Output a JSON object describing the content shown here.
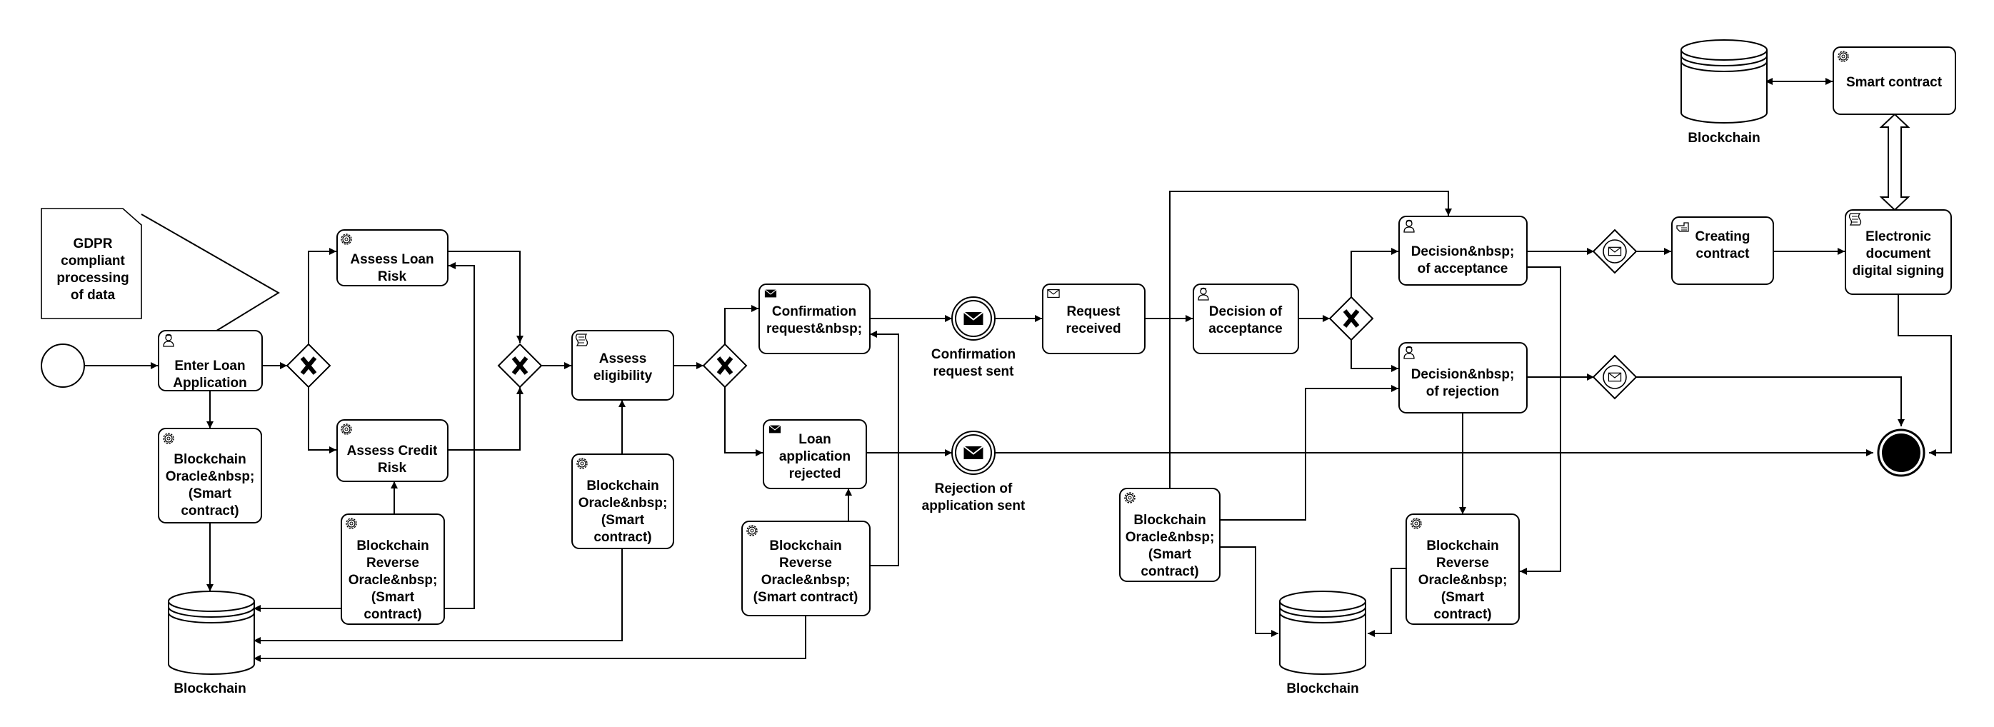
{
  "colors": {
    "stroke": "#000000",
    "fill": "#ffffff"
  },
  "annotation": {
    "line1": "GDPR",
    "line2": "compliant",
    "line3": "processing",
    "line4": "of data"
  },
  "tasks": {
    "enter_loan": {
      "icon": "user-icon",
      "line1": "Enter Loan",
      "line2": "Application"
    },
    "oracle_1": {
      "icon": "gear-icon",
      "line1": "Blockchain",
      "line2": "Oracle&nbsp;",
      "line3": "(Smart",
      "line4": "contract)"
    },
    "assess_loan_risk": {
      "icon": "gear-icon",
      "line1": "Assess Loan",
      "line2": "Risk"
    },
    "assess_credit_risk": {
      "icon": "gear-icon",
      "line1": "Assess Credit",
      "line2": "Risk"
    },
    "reverse_oracle_1": {
      "icon": "gear-icon",
      "line1": "Blockchain",
      "line2": "Reverse",
      "line3": "Oracle&nbsp;",
      "line4": "(Smart",
      "line5": "contract)"
    },
    "assess_eligibility": {
      "icon": "script-icon",
      "line1": "Assess",
      "line2": "eligibility"
    },
    "oracle_2": {
      "icon": "gear-icon",
      "line1": "Blockchain",
      "line2": "Oracle&nbsp;",
      "line3": "(Smart",
      "line4": "contract)"
    },
    "confirmation_request": {
      "icon": "send-message-icon",
      "line1": "Confirmation",
      "line2": "request&nbsp;"
    },
    "loan_rejected": {
      "icon": "send-message-icon",
      "line1": "Loan",
      "line2": "application",
      "line3": "rejected"
    },
    "reverse_oracle_2": {
      "icon": "gear-icon",
      "line1": "Blockchain",
      "line2": "Reverse",
      "line3": "Oracle&nbsp;",
      "line4": "(Smart contract)"
    },
    "request_received": {
      "icon": "receive-message-icon",
      "line1": "Request",
      "line2": "received"
    },
    "decision_of_acceptance": {
      "icon": "user-icon",
      "line1": "Decision of",
      "line2": "acceptance"
    },
    "oracle_3": {
      "icon": "gear-icon",
      "line1": "Blockchain",
      "line2": "Oracle&nbsp;",
      "line3": "(Smart",
      "line4": "contract)"
    },
    "decision_acceptance_2": {
      "icon": "user-icon",
      "line1": "Decision&nbsp;",
      "line2": "of acceptance"
    },
    "decision_rejection": {
      "icon": "user-icon",
      "line1": "Decision&nbsp;",
      "line2": "of rejection"
    },
    "reverse_oracle_3": {
      "icon": "gear-icon",
      "line1": "Blockchain",
      "line2": "Reverse",
      "line3": "Oracle&nbsp;",
      "line4": "(Smart",
      "line5": "contract)"
    },
    "creating_contract": {
      "icon": "manual-hand-icon",
      "line1": "Creating",
      "line2": "contract"
    },
    "electronic_signing": {
      "icon": "script-icon",
      "line1": "Electronic",
      "line2": "document",
      "line3": "digital signing"
    },
    "smart_contract": {
      "icon": "gear-icon",
      "line1": "Smart contract"
    }
  },
  "events": {
    "confirmation_sent": {
      "line1": "Confirmation",
      "line2": "request sent"
    },
    "rejection_sent": {
      "line1": "Rejection of",
      "line2": "application sent"
    }
  },
  "datastores": {
    "blockchain_1": {
      "label": "Blockchain"
    },
    "blockchain_2": {
      "label": "Blockchain"
    },
    "blockchain_3": {
      "label": "Blockchain"
    }
  }
}
